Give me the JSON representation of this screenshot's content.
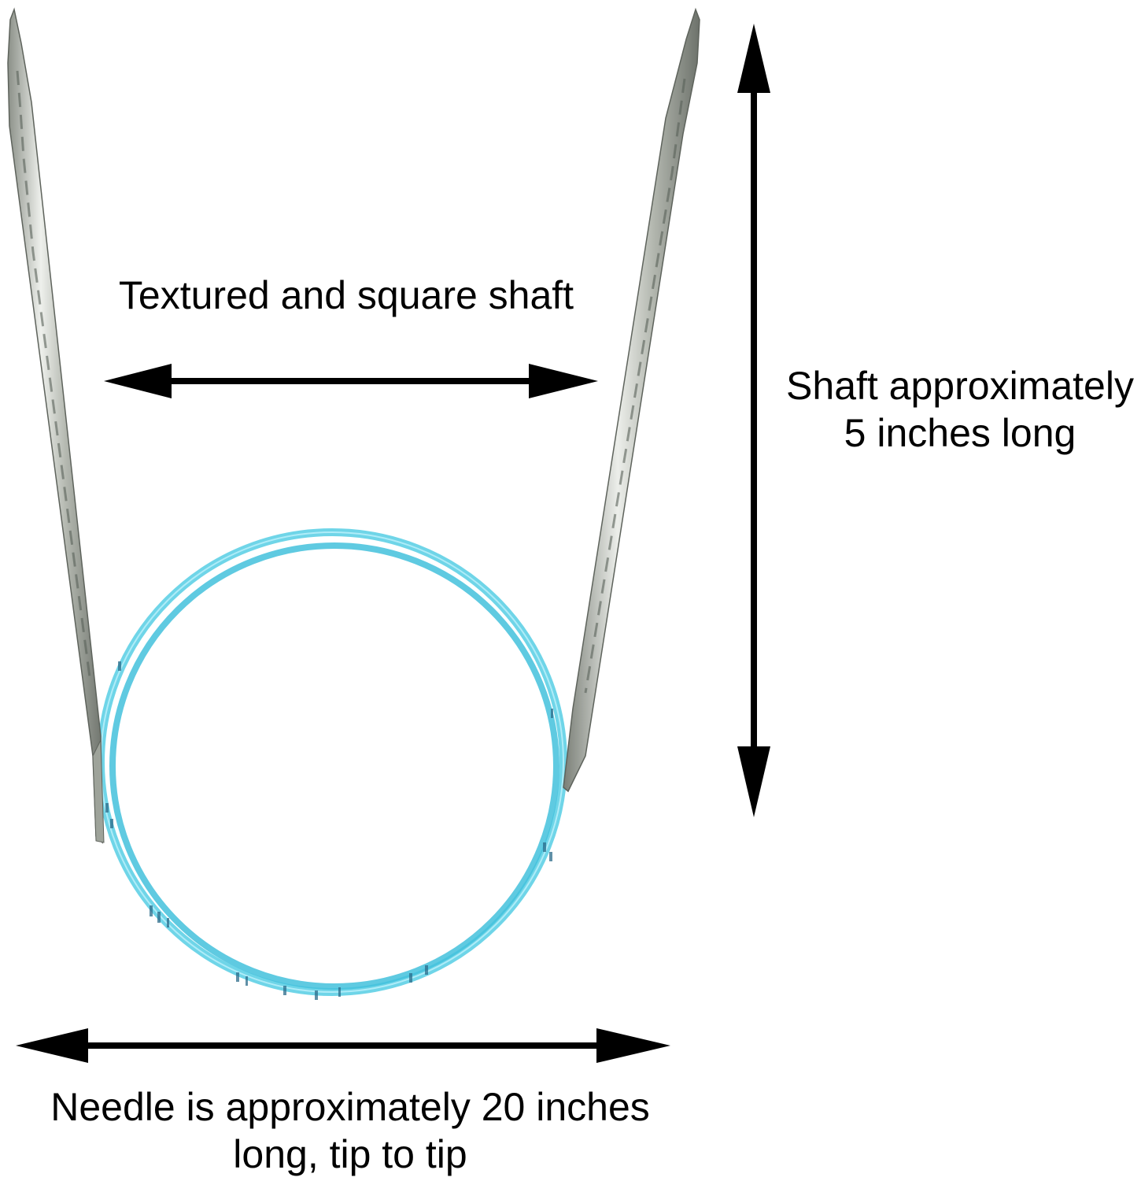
{
  "labels": {
    "shaft_texture": "Textured and square shaft",
    "shaft_length": [
      "Shaft approximately",
      "5 inches long"
    ],
    "needle_length": [
      "Needle is approximately 20 inches",
      "long, tip to tip"
    ]
  },
  "colors": {
    "background": "#ffffff",
    "arrow": "#000000",
    "metal_light": "#e6e8e3",
    "metal_mid": "#b9bdb5",
    "metal_dark": "#7f847c",
    "cable": "#5fd0e6",
    "cable_dark": "#2aa9c4"
  }
}
